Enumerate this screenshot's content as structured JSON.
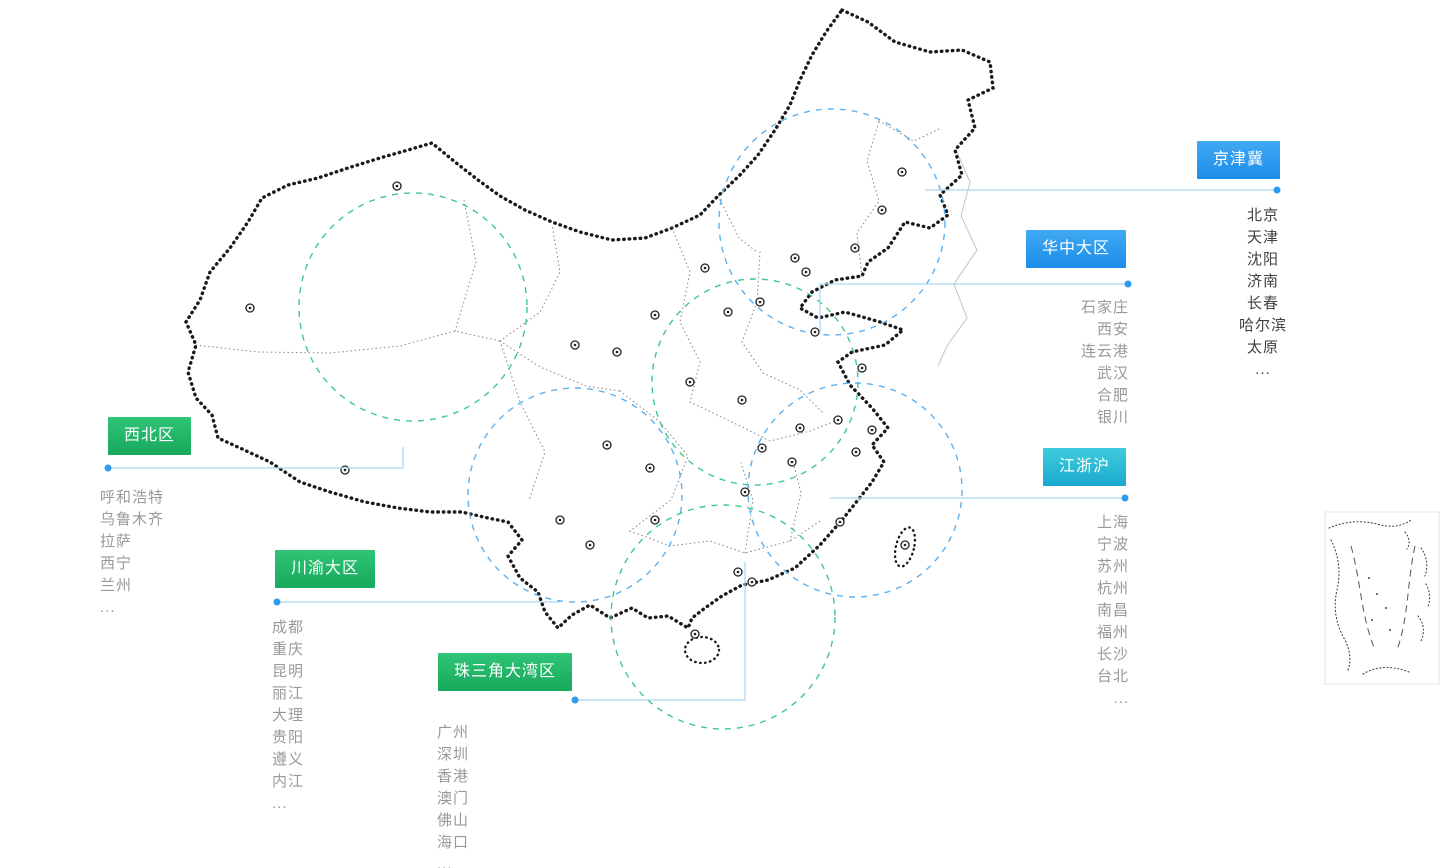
{
  "colors": {
    "tag_blue": "#2D9CF0",
    "tag_green": "#27BA6C",
    "tag_cyan": "#2AC0D8",
    "connector_line": "#A8D6F2",
    "connector_dot": "#2D9CF0",
    "region_circle_blue": "#5AB2F0",
    "region_circle_green": "#3EC98A",
    "map_outline": "#1A1A1A",
    "city_text_dark": "#404040",
    "city_text_gray": "#999999"
  },
  "regions": [
    {
      "label": "京津冀",
      "tag_color": "blue",
      "cities": [
        "北京",
        "天津",
        "沈阳",
        "济南",
        "长春",
        "哈尔滨",
        "太原",
        "..."
      ]
    },
    {
      "label": "华中大区",
      "tag_color": "blue",
      "cities": [
        "石家庄",
        "西安",
        "连云港",
        "武汉",
        "合肥",
        "银川"
      ]
    },
    {
      "label": "西北区",
      "tag_color": "green",
      "cities": [
        "呼和浩特",
        "乌鲁木齐",
        "拉萨",
        "西宁",
        "兰州",
        "..."
      ]
    },
    {
      "label": "川渝大区",
      "tag_color": "green",
      "cities": [
        "成都",
        "重庆",
        "昆明",
        "丽江",
        "大理",
        "贵阳",
        "遵义",
        "内江",
        "..."
      ]
    },
    {
      "label": "珠三角大湾区",
      "tag_color": "green",
      "cities": [
        "广州",
        "深圳",
        "香港",
        "澳门",
        "佛山",
        "海口",
        "..."
      ]
    },
    {
      "label": "江浙沪",
      "tag_color": "cyan",
      "cities": [
        "上海",
        "宁波",
        "苏州",
        "杭州",
        "南昌",
        "福州",
        "长沙",
        "台北",
        "..."
      ]
    }
  ]
}
